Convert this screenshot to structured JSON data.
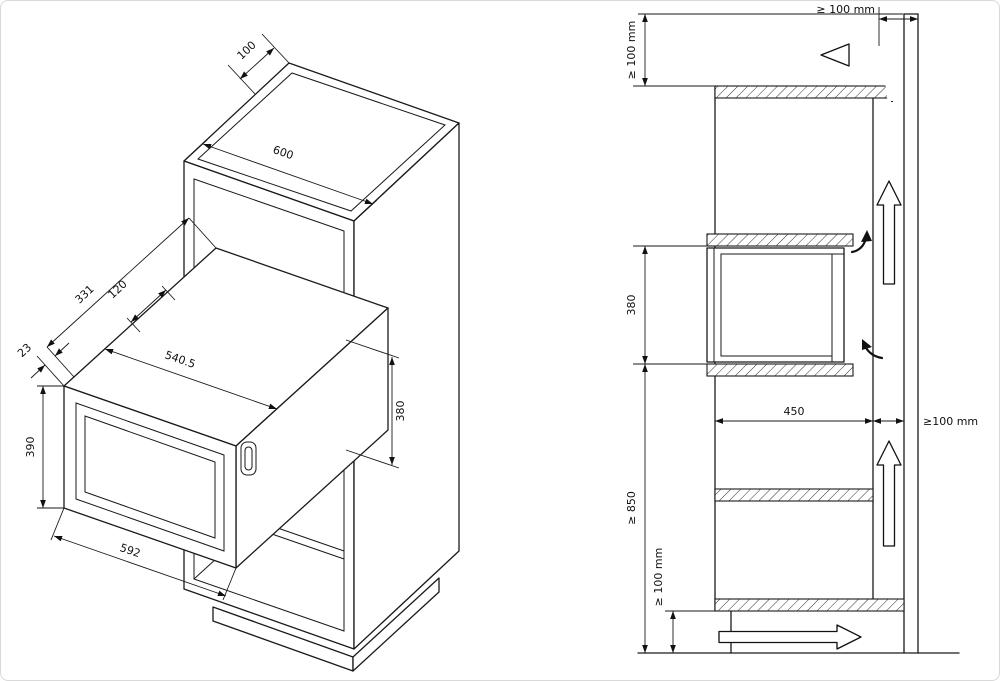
{
  "iso": {
    "top_depth": "100",
    "cabinet_width": "600",
    "inset_depth": "120",
    "body_depth": "331",
    "door_offset": "23",
    "inner_width": "540.5",
    "niche_height": "380",
    "unit_height": "390",
    "unit_width": "592"
  },
  "sec": {
    "top_rear_clearance": "≥ 100 mm",
    "top_clearance": "≥ 100 mm",
    "niche_height": "380",
    "niche_depth": "450",
    "rear_clearance": "≥100 mm",
    "min_floor_height": "≥ 850",
    "plinth_clearance": "≥ 100 mm"
  }
}
